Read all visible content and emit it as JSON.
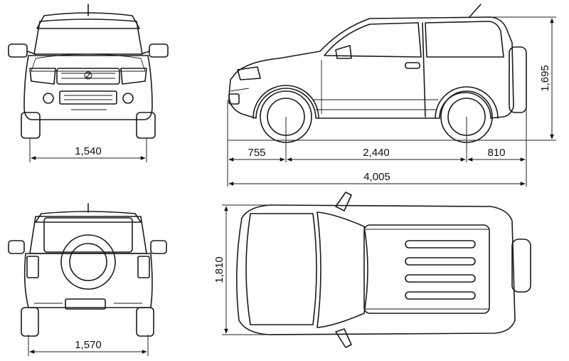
{
  "dimensions": {
    "front_track": "1,540",
    "rear_track": "1,570",
    "front_overhang": "755",
    "wheelbase": "2,440",
    "rear_overhang": "810",
    "overall_length": "4,005",
    "height": "1,695",
    "width": "1,810"
  },
  "colors": {
    "line": "#1a1a1a",
    "background": "#ffffff"
  },
  "icons": {
    "brand_emblem": "suzuki-s-emblem"
  }
}
